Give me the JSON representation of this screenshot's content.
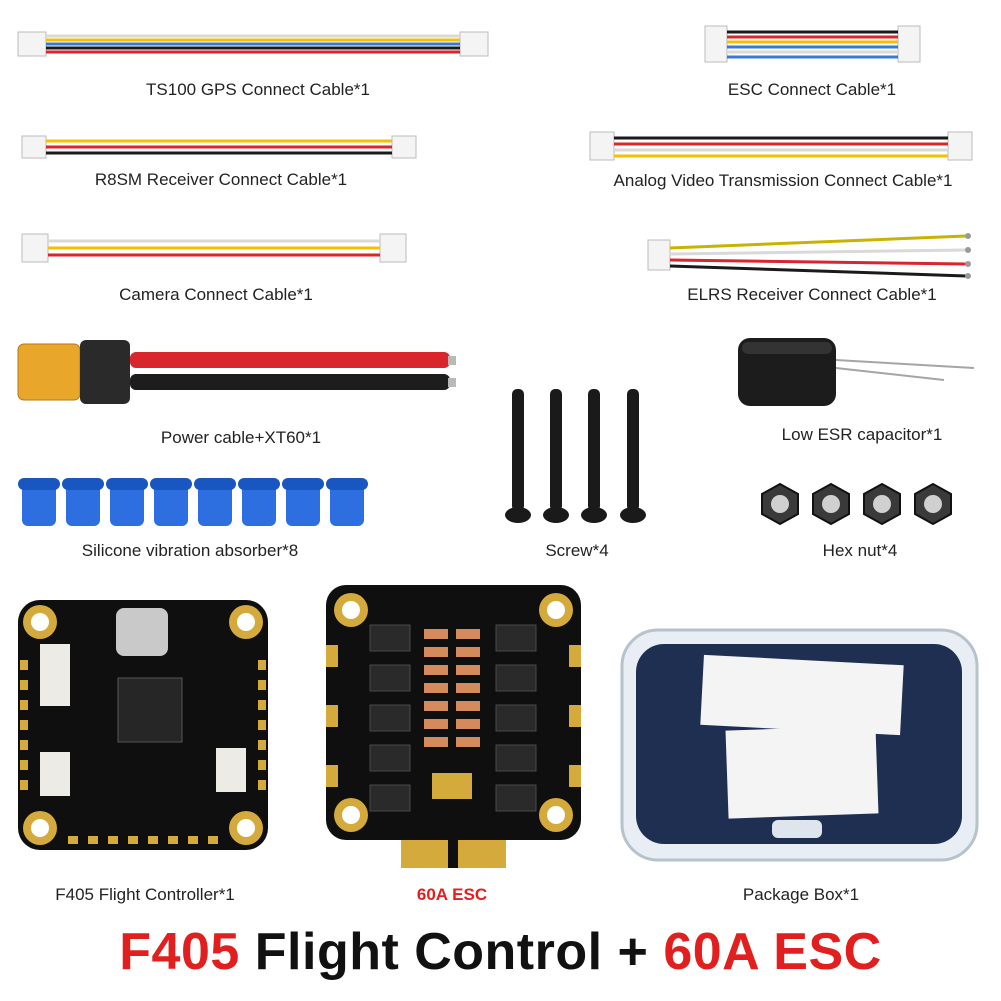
{
  "items": {
    "gps_cable": "TS100 GPS Connect Cable*1",
    "esc_cable": "ESC Connect Cable*1",
    "r8sm_cable": "R8SM Receiver Connect Cable*1",
    "vtx_cable": "Analog Video Transmission Connect Cable*1",
    "camera_cable": "Camera Connect Cable*1",
    "elrs_cable": "ELRS Receiver Connect Cable*1",
    "power_cable": "Power cable+XT60*1",
    "capacitor": "Low ESR capacitor*1",
    "absorber": "Silicone vibration absorber*8",
    "screw": "Screw*4",
    "hex_nut": "Hex nut*4",
    "flight_controller": "F405 Flight Controller*1",
    "esc": "60A ESC",
    "package_box": "Package Box*1"
  },
  "headline": {
    "part1": "F405",
    "part2": "Flight Control +",
    "part3": "60A ESC"
  },
  "colors": {
    "accent_red": "#e11f1f",
    "text_dark": "#111111"
  }
}
